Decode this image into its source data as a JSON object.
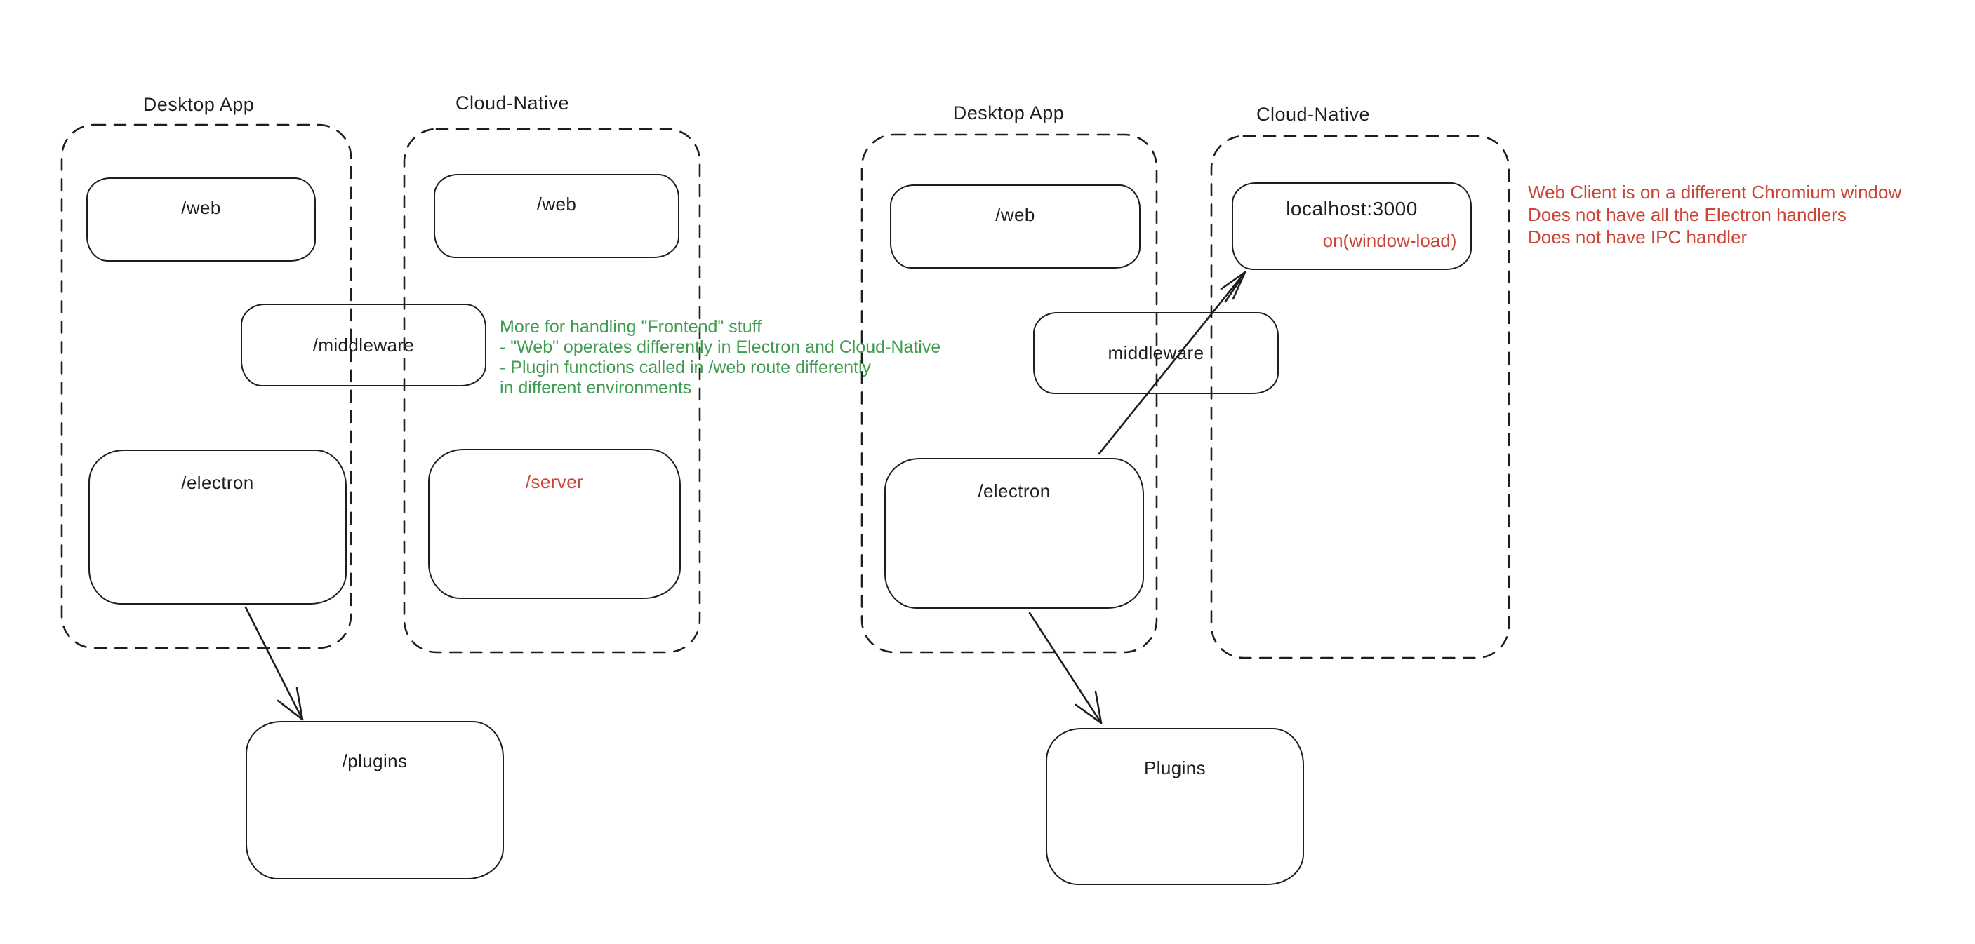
{
  "canvas": {
    "background": "#ffffff",
    "stroke_color": "#1e1e1e",
    "green_color": "#3f9b50",
    "red_color": "#cb4437"
  },
  "left": {
    "desktop_app_label": "Desktop App",
    "cloud_native_label": "Cloud-Native",
    "web_desktop": "/web",
    "web_cloud": "/web",
    "middleware": "/middleware",
    "electron": "/electron",
    "server": "/server",
    "plugins": "/plugins"
  },
  "right": {
    "desktop_app_label": "Desktop App",
    "cloud_native_label": "Cloud-Native",
    "web": "/web",
    "localhost": "localhost:3000",
    "on_window_load": "on(window-load)",
    "middleware": "middleware",
    "electron": "/electron",
    "plugins": "Plugins"
  },
  "notes": {
    "green": {
      "line1": "More for handling \"Frontend\" stuff",
      "line2": "- \"Web\" operates differently in Electron and Cloud-Native",
      "line3": "- Plugin functions called in /web route differently",
      "line4": "in different environments"
    },
    "red": {
      "line1": "Web Client is on a different Chromium window",
      "line2": "Does not have all the Electron handlers",
      "line3": "Does not have IPC handler"
    }
  }
}
